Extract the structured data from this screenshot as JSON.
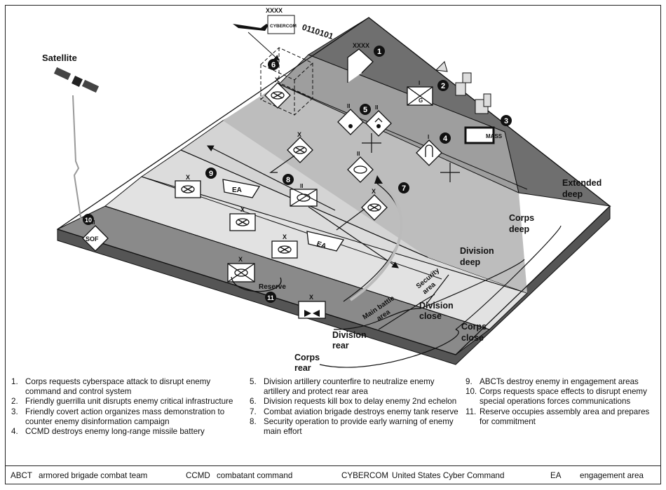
{
  "zones": {
    "extended_deep": [
      "Extended",
      "deep"
    ],
    "corps_deep": [
      "Corps",
      "deep"
    ],
    "division_deep": [
      "Division",
      "deep"
    ],
    "division_close": [
      "Division",
      "close"
    ],
    "corps_close": [
      "Corps",
      "close"
    ],
    "division_rear": [
      "Division",
      "rear"
    ],
    "corps_rear": [
      "Corps",
      "rear"
    ],
    "security_area": [
      "Security",
      "area"
    ],
    "main_battle_area": [
      "Main battle",
      "area"
    ]
  },
  "labels": {
    "satellite": "Satellite",
    "cybercom": "CYBERCOM",
    "cybercom_echelon": "XXXX",
    "corps_echelon": "XXXX",
    "binary": "0110101",
    "reserve": "Reserve",
    "mass": "MASS",
    "sof": "SOF",
    "ea": "EA",
    "g": "G",
    "bde": "X",
    "bn": "II",
    "co": "I"
  },
  "markers": [
    "1",
    "2",
    "3",
    "4",
    "5",
    "6",
    "7",
    "8",
    "9",
    "10",
    "11"
  ],
  "notes": {
    "col1": [
      {
        "n": "1.",
        "t": "Corps requests cyberspace attack to disrupt enemy command and control system"
      },
      {
        "n": "2.",
        "t": "Friendly guerrilla unit disrupts enemy critical infrastructure"
      },
      {
        "n": "3.",
        "t": "Friendly covert action organizes mass demonstration to counter enemy disinformation campaign"
      },
      {
        "n": "4.",
        "t": "CCMD destroys enemy long-range missile battery"
      }
    ],
    "col2": [
      {
        "n": "5.",
        "t": "Division artillery counterfire to neutralize enemy artillery and protect rear area"
      },
      {
        "n": "6.",
        "t": "Division requests kill box to delay enemy 2nd echelon"
      },
      {
        "n": "7.",
        "t": "Combat aviation brigade destroys enemy tank reserve"
      },
      {
        "n": "8.",
        "t": "Security operation to provide early warning of enemy main effort"
      }
    ],
    "col3": [
      {
        "n": "9.",
        "t": "ABCTs destroy enemy in engagement areas"
      },
      {
        "n": "10.",
        "t": "Corps requests space effects to disrupt enemy special operations forces communications"
      },
      {
        "n": "11.",
        "t": "Reserve occupies assembly area and prepares for commitment"
      }
    ]
  },
  "legend": {
    "abct_abbr": "ABCT",
    "abct_def": "armored brigade combat team",
    "ccmd_abbr": "CCMD",
    "ccmd_def": "combatant command",
    "cyber_abbr": "CYBERCOM",
    "cyber_def": "United States Cyber Command",
    "ea_abbr": "EA",
    "ea_def": "engagement area"
  }
}
